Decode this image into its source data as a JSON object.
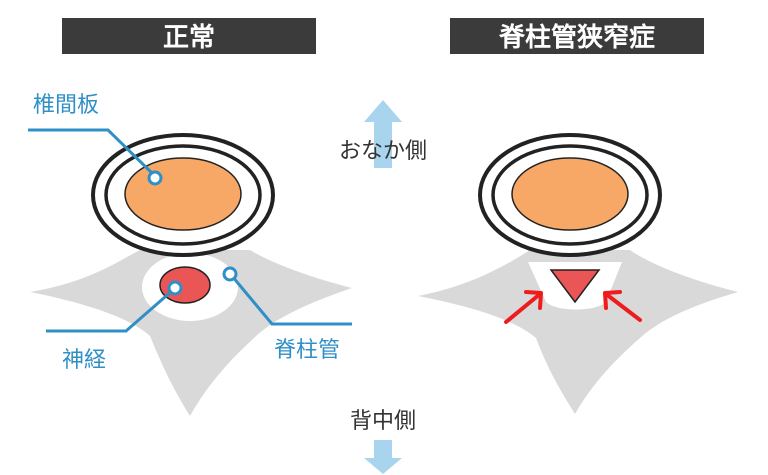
{
  "titles": {
    "normal": "正常",
    "stenosis": "脊柱管狭窄症"
  },
  "direction": {
    "front": "おなか側",
    "back": "背中側"
  },
  "labels": {
    "disc": "椎間板",
    "nerve": "神経",
    "canal": "脊柱管"
  },
  "colors": {
    "title_bg": "#3b3b3b",
    "title_text": "#ffffff",
    "bone": "#d9d9d9",
    "disc_fill": "#f7a866",
    "ring": "#222222",
    "nerve_fill": "#ea5555",
    "leader": "#2f8fc7",
    "arrow_light": "#a9d4ee",
    "arrow_red": "#ee1c1c",
    "text": "#333333"
  }
}
